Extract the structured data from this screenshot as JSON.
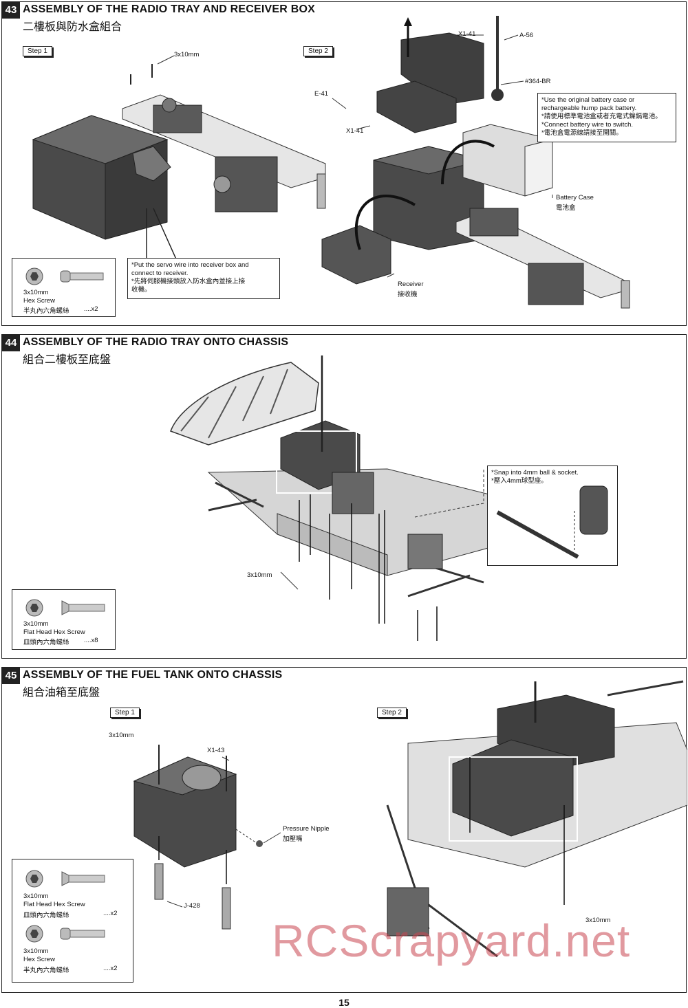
{
  "page_number": "15",
  "watermark": "RCScrapyard.net",
  "s43": {
    "num": "43",
    "title_en": "ASSEMBLY OF THE RADIO TRAY AND RECEIVER BOX",
    "title_zh": "二樓板與防水盒組合",
    "step1": "Step 1",
    "step2": "Step 2",
    "lbl_3x10": "3x10mm",
    "lbl_x141a": "X1-41",
    "lbl_a56": "A-56",
    "lbl_364br": "#364-BR",
    "lbl_e41": "E-41",
    "lbl_x141b": "X1-41",
    "battery_en": "Battery Case",
    "battery_zh": "電池盒",
    "receiver_en": "Receiver",
    "receiver_zh": "接收機",
    "note_battery": [
      "*Use the original battery case or",
      "  rechargeable hump pack battery.",
      "*請使用標準電池盒或者充電式鎳鎘電池。",
      "*Connect battery wire to switch.",
      "*電池盒電源線請接至開關。"
    ],
    "note_servo": [
      "*Put the servo wire into receiver box and",
      " connect to receiver.",
      "*先將伺服機接頭放入防水盒內並接上接",
      " 收機。"
    ],
    "legend": {
      "size": "3x10mm",
      "name_en": "Hex Screw",
      "name_zh": "半丸內六角螺絲",
      "qty": "....x2"
    }
  },
  "s44": {
    "num": "44",
    "title_en": "ASSEMBLY OF THE RADIO TRAY ONTO CHASSIS",
    "title_zh": "組合二樓板至底盤",
    "lbl_3x10": "3x10mm",
    "note_snap": [
      "*Snap into 4mm ball & socket.",
      "*壓入4mm球型座。"
    ],
    "legend": {
      "size": "3x10mm",
      "name_en": "Flat Head Hex Screw",
      "name_zh": "皿頭內六角螺絲",
      "qty": "....x8"
    }
  },
  "s45": {
    "num": "45",
    "title_en": "ASSEMBLY OF THE FUEL TANK ONTO CHASSIS",
    "title_zh": "組合油箱至底盤",
    "step1": "Step 1",
    "step2": "Step 2",
    "lbl_3x10a": "3x10mm",
    "lbl_x143": "X1-43",
    "lbl_nipple_en": "Pressure Nipple",
    "lbl_nipple_zh": "加壓嘴",
    "lbl_j428": "J-428",
    "lbl_3x10b": "3x10mm",
    "legend1": {
      "size": "3x10mm",
      "name_en": "Flat Head Hex Screw",
      "name_zh": "皿頭內六角螺絲",
      "qty": "....x2"
    },
    "legend2": {
      "size": "3x10mm",
      "name_en": "Hex Screw",
      "name_zh": "半丸內六角螺絲",
      "qty": "....x2"
    }
  }
}
